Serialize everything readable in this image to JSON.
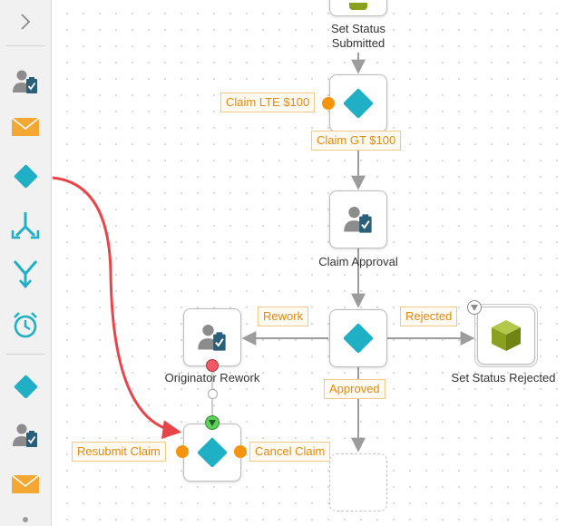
{
  "canvas": {
    "nodes": {
      "set_status_submitted": "Set Status\nSubmitted",
      "claim_approval": "Claim Approval",
      "originator_rework": "Originator Rework",
      "set_status_rejected": "Set Status Rejected"
    },
    "labels": {
      "claim_lte": "Claim LTE $100",
      "claim_gt": "Claim GT $100",
      "rework": "Rework",
      "rejected": "Rejected",
      "approved": "Approved",
      "resubmit": "Resubmit Claim",
      "cancel": "Cancel Claim"
    }
  },
  "colors": {
    "accent": "#1fb0c6",
    "connector": "#f5940f",
    "label_text": "#de8a12",
    "arrow": "#e8444a",
    "task_icon": "#2a5f7a"
  },
  "sidebar": {
    "expand_icon": "chevron-right-icon",
    "items": [
      "user-task-icon",
      "email-icon",
      "decision-icon",
      "split-icon",
      "merge-icon",
      "timer-icon",
      "decision-icon",
      "user-task-icon",
      "email-icon"
    ]
  }
}
